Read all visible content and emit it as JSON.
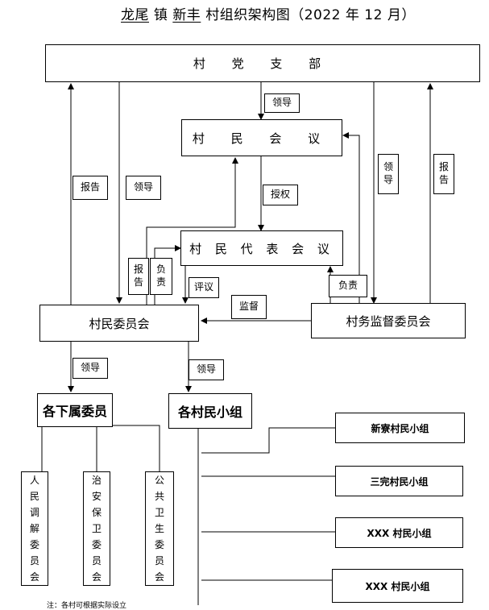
{
  "title": {
    "town": "龙尾",
    "town_suffix": "镇",
    "village": "新丰",
    "rest": "村组织架构图（2022 年 12 月）"
  },
  "nodes": {
    "party_branch": "村 党 支 部",
    "villagers_meeting": "村 民 会 议",
    "representatives_meeting": "村 民 代 表 会 议",
    "villagers_committee": "村民委员会",
    "supervision_committee": "村务监督委员会",
    "subordinate_committees": "各下属委员",
    "village_groups": "各村民小组",
    "mediation_committee": "人民调解委员会",
    "security_committee": "治安保卫委员会",
    "health_committee": "公共卫生委员会",
    "group_1": "新寮村民小组",
    "group_2": "三完村民小组",
    "group_3": "XXX 村民小组",
    "group_4": "XXX 村民小组"
  },
  "labels": {
    "lead_party_to_meeting": "领导",
    "authorize": "授权",
    "report_committee_to_party": "报告",
    "lead_party_to_committee": "领导",
    "lead_party_to_supervision": "领导",
    "report_supervision_to_party": "报告",
    "report_committee_to_reps": "报告",
    "responsible_committee_to_reps": "负责",
    "evaluate": "评议",
    "supervise": "监督",
    "responsible_supervision": "负责",
    "lead_committee_to_subordinates": "领导",
    "lead_committee_to_groups": "领导"
  },
  "footnote": "注：各村可根据实际设立"
}
